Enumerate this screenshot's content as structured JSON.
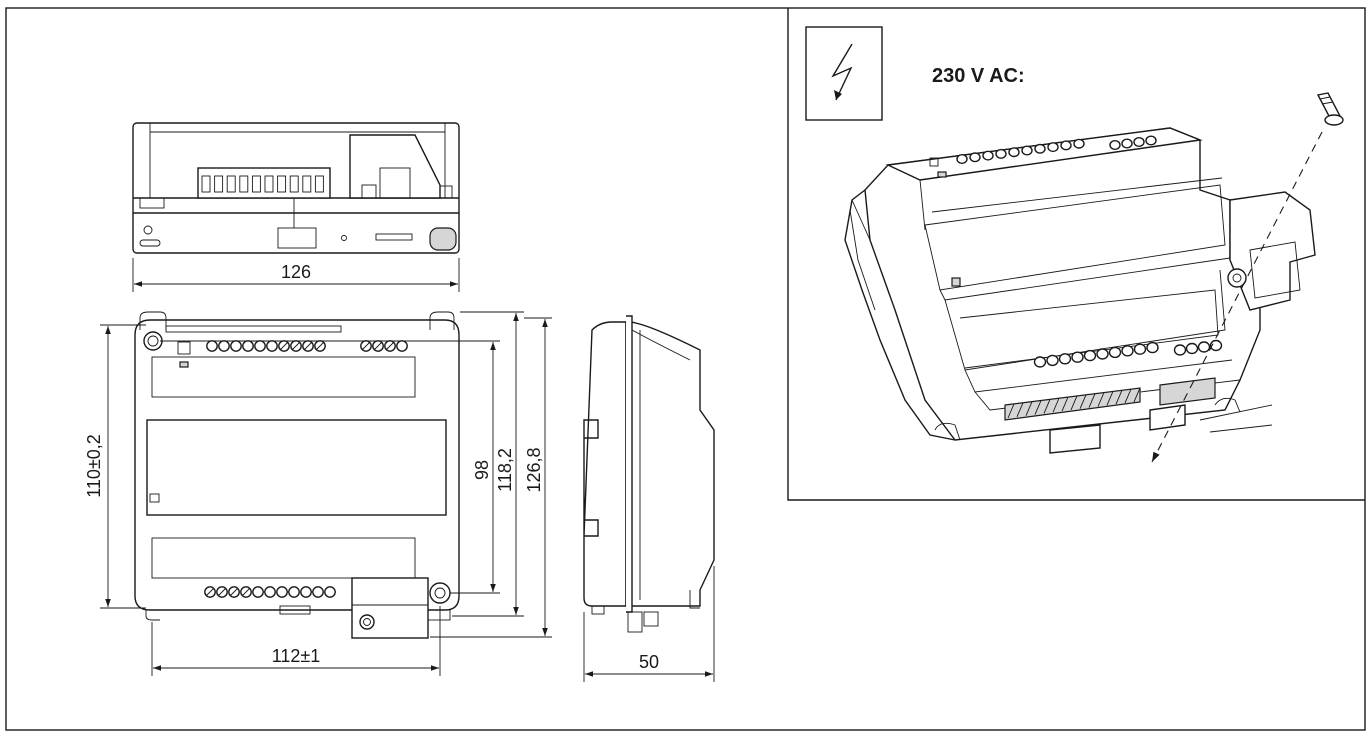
{
  "dimensions": {
    "width_top": "126",
    "height_outer": "110±0,2",
    "width_front": "112±1",
    "height_inner": "98",
    "height_mid": "118,2",
    "height_total": "126,8",
    "depth": "50"
  },
  "mounting_panel": {
    "voltage_label": "230 V AC:",
    "warning_icon": "lightning-icon"
  },
  "colors": {
    "line": "#1a1a1a",
    "fill": "#d6d6d6",
    "background": "#ffffff"
  }
}
